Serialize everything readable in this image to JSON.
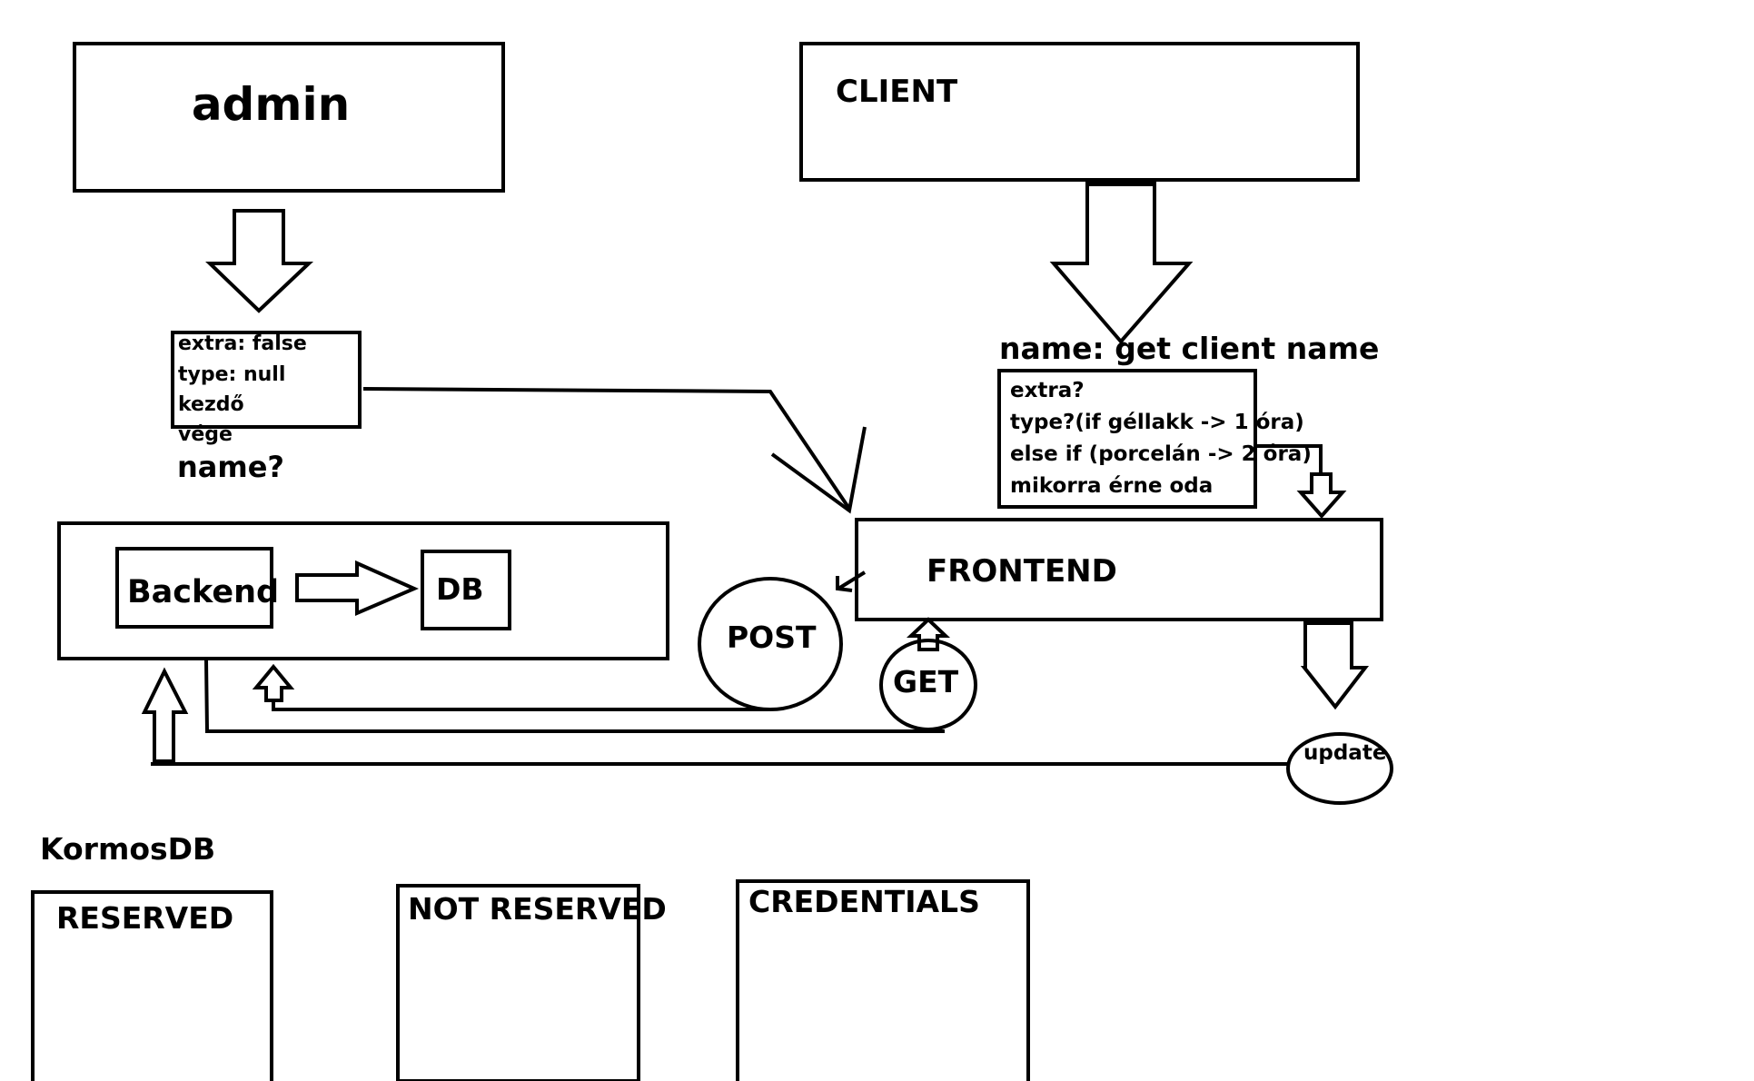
{
  "admin": {
    "title": "admin",
    "fields": [
      "extra: false",
      "type: null",
      "kezdő",
      "vége"
    ],
    "name_label": "name?"
  },
  "client": {
    "title": "CLIENT",
    "name_label": "name: get client name",
    "fields": [
      "extra?",
      "type?(if géllakk -> 1 óra)",
      "else if (porcelán -> 2 óra)",
      "mikorra érne oda"
    ]
  },
  "backend": {
    "label": "Backend",
    "db_label": "DB"
  },
  "frontend": {
    "label": "FRONTEND"
  },
  "requests": {
    "post": "POST",
    "get": "GET",
    "update": "update"
  },
  "database": {
    "title": "KormosDB",
    "collections": [
      "RESERVED",
      "NOT RESERVED",
      "CREDENTIALS"
    ]
  }
}
